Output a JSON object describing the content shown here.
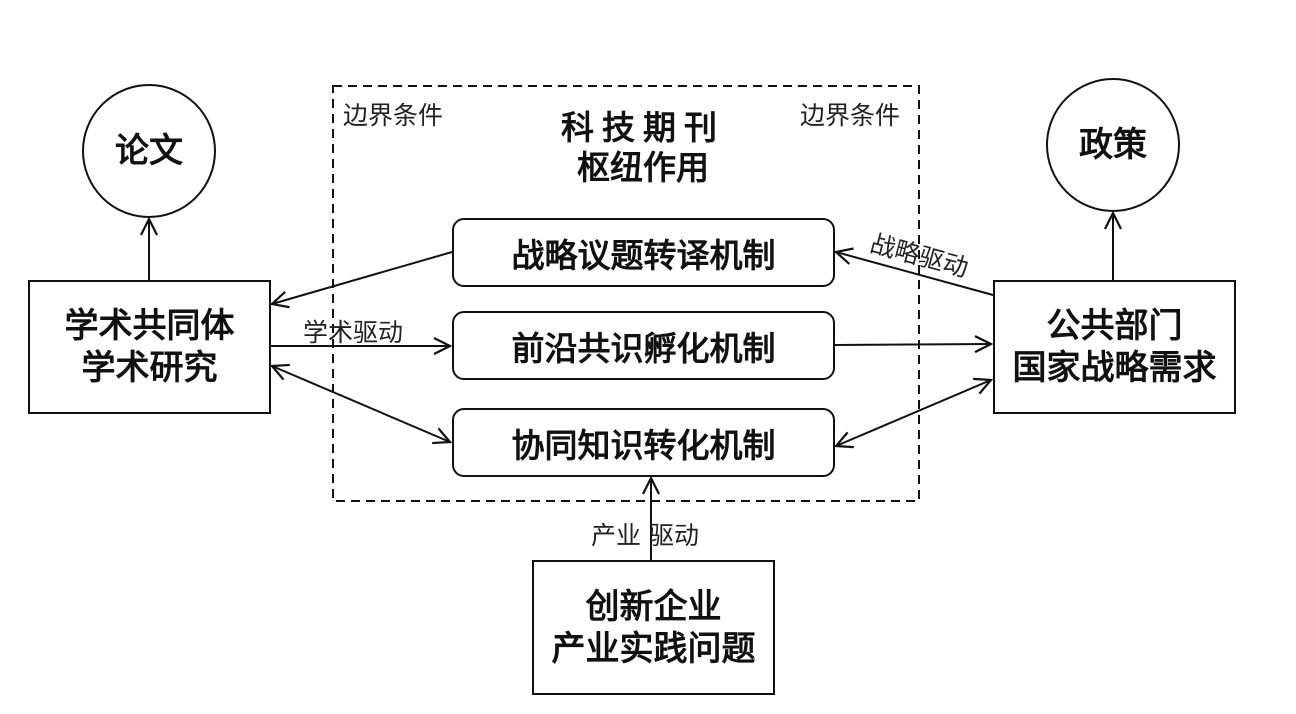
{
  "boundary": {
    "label_left": "边界条件",
    "label_right": "边界条件",
    "title_line1": "科技期刊",
    "title_line2": "枢纽作用"
  },
  "mechanisms": [
    {
      "label": "战略议题转译机制"
    },
    {
      "label": "前沿共识孵化机制"
    },
    {
      "label": "协同知识转化机制"
    }
  ],
  "actors": {
    "academic": {
      "line1": "学术共同体",
      "line2": "学术研究",
      "output": "论文"
    },
    "public": {
      "line1": "公共部门",
      "line2": "国家战略需求",
      "output": "政策"
    },
    "industry": {
      "line1": "创新企业",
      "line2": "产业实践问题"
    }
  },
  "drivers": {
    "academic": "学术驱动",
    "strategic": "战略驱动",
    "industry": "产业 驱动"
  },
  "colors": {
    "stroke": "#111111",
    "background": "#ffffff"
  }
}
